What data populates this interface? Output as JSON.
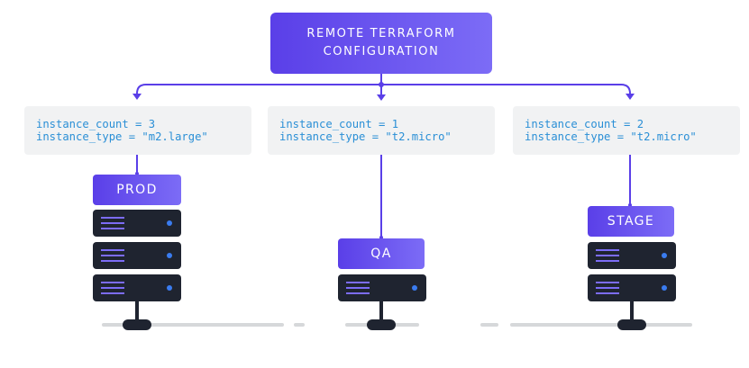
{
  "colors": {
    "accent_start": "#5a3fe8",
    "accent_end": "#7c6cf6",
    "connector": "#5a3fe8",
    "code_text": "#2a8fd6",
    "config_bg": "#f1f2f3",
    "server_body": "#1f2430",
    "server_led": "#3a7cf0",
    "ground": "#d6d8da"
  },
  "title": {
    "line1": "REMOTE TERRAFORM",
    "line2": "CONFIGURATION"
  },
  "environments": [
    {
      "name": "PROD",
      "config": {
        "line1": "instance_count = 3",
        "line2": "instance_type = \"m2.large\""
      },
      "server_count": 3
    },
    {
      "name": "QA",
      "config": {
        "line1": "instance_count = 1",
        "line2": "instance_type = \"t2.micro\""
      },
      "server_count": 1
    },
    {
      "name": "STAGE",
      "config": {
        "line1": "instance_count = 2",
        "line2": "instance_type = \"t2.micro\""
      },
      "server_count": 2
    }
  ]
}
